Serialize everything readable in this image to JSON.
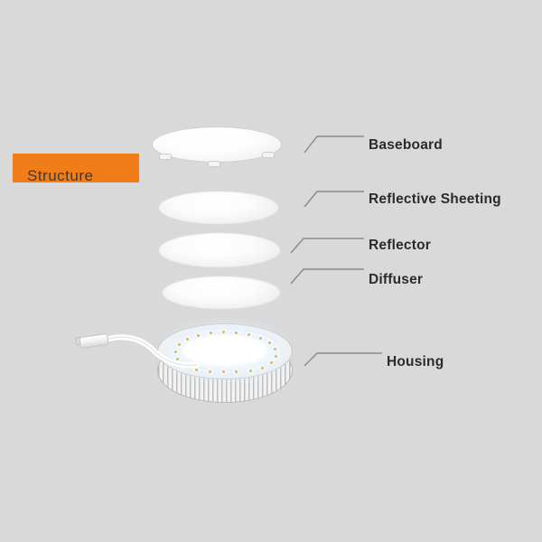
{
  "diagram": {
    "title_badge": {
      "label": "Structure",
      "background_color": "#f07d18",
      "text_color": "#3a3a3a"
    },
    "background_color": "#d9d9d9",
    "product": "LED panel downlight exploded view",
    "callouts": [
      {
        "id": "baseboard",
        "label": "Baseboard"
      },
      {
        "id": "reflective-sheeting",
        "label": "Reflective Sheeting"
      },
      {
        "id": "reflector",
        "label": "Reflector"
      },
      {
        "id": "diffuser",
        "label": "Diffuser"
      },
      {
        "id": "housing",
        "label": "Housing"
      }
    ],
    "parts": [
      {
        "id": "baseboard",
        "name": "baseboard-part"
      },
      {
        "id": "reflective-sheeting",
        "name": "reflective-sheeting-part"
      },
      {
        "id": "reflector",
        "name": "reflector-part"
      },
      {
        "id": "diffuser",
        "name": "diffuser-part"
      },
      {
        "id": "housing",
        "name": "housing-part"
      }
    ]
  }
}
